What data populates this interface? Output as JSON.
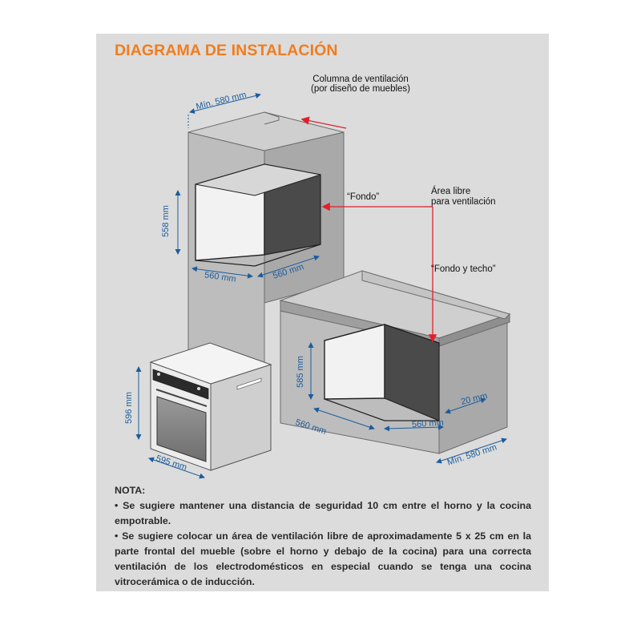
{
  "title": "DIAGRAMA DE INSTALACIÓN",
  "labels": {
    "ventilation_column_line1": "Columna de ventilación",
    "ventilation_column_line2": "(por diseño de muebles)",
    "fondo": "“Fondo”",
    "free_area_line1": "Área libre",
    "free_area_line2": "para ventilación",
    "fondo_techo": "“Fondo y techo”"
  },
  "dimensions": {
    "column_width": "Mín. 580 mm",
    "column_height": "558 mm",
    "column_depth_left": "560 mm",
    "column_depth_right": "560 mm",
    "counter_height": "585 mm",
    "counter_gap": "20 mm",
    "counter_depth_left": "560 mm",
    "counter_depth_right": "560 mm",
    "counter_width": "Mín. 580 mm",
    "oven_height": "596 mm",
    "oven_width": "595 mm"
  },
  "notes": {
    "heading": "NOTA:",
    "items": [
      "• Se sugiere mantener una distancia de seguridad 10 cm entre el horno y la cocina empotrable.",
      "• Se sugiere colocar un área de ventilación libre de aproximadamente 5 x 25 cm en la parte frontal del mueble (sobre el horno y debajo de la cocina) para una correcta ventilación de los electrodomésticos en especial cuando se tenga una cocina vitrocerámica o de inducción."
    ]
  },
  "colors": {
    "title": "#f07d1e",
    "dimension": "#1c5c9c",
    "arrow": "#e0202a",
    "panel": "#dcdcdc"
  }
}
